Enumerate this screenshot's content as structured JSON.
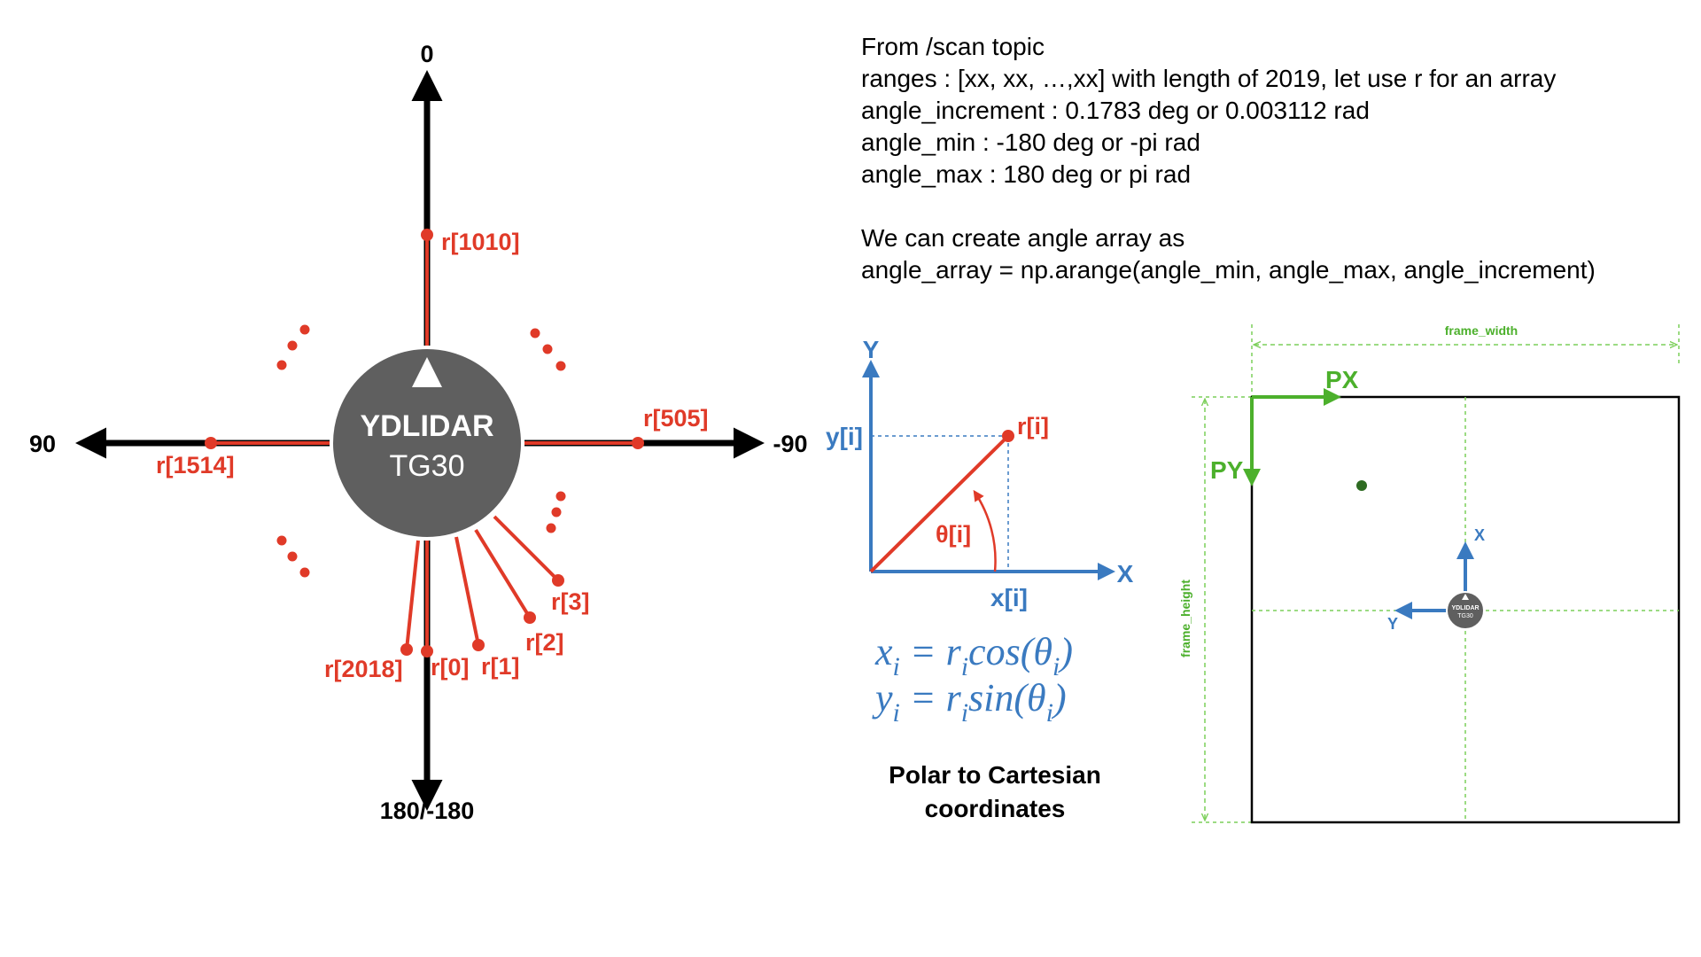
{
  "colors": {
    "black": "#000000",
    "red": "#e03a28",
    "blue": "#3a7ac0",
    "green": "#4cb02c",
    "dark_green": "#2e6b22",
    "lidar_fill": "#5f5f5f",
    "dashed_green": "#7ccf5a",
    "dashed_blue": "#3a7ac0"
  },
  "info": {
    "lines": [
      "From /scan topic",
      "ranges : [xx, xx, …,xx] with length of 2019, let use r for an array",
      "angle_increment : 0.1783 deg or 0.003112 rad",
      "angle_min : -180 deg or -pi rad",
      "angle_max : 180 deg or pi rad",
      "",
      "We can create angle array as",
      "angle_array = np.arange(angle_min, angle_max, angle_increment)"
    ]
  },
  "lidar": {
    "name_line1": "YDLIDAR",
    "name_line2": "TG30",
    "axis_top": "0",
    "axis_left": "90",
    "axis_right": "-90",
    "axis_bottom": "180/-180",
    "r_top": "r[1010]",
    "r_right": "r[505]",
    "r_left": "r[1514]",
    "r_2018": "r[2018]",
    "r_0": "r[0]",
    "r_1": "r[1]",
    "r_2": "r[2]",
    "r_3": "r[3]"
  },
  "polar": {
    "y_axis": "Y",
    "x_axis": "X",
    "y_i": "y[i]",
    "x_i": "x[i]",
    "r_i": "r[i]",
    "theta_i": "θ[i]",
    "caption_line1": "Polar to Cartesian",
    "caption_line2": "coordinates"
  },
  "formula": {
    "line1": {
      "lhs": "x",
      "sub": "i",
      "eq": " = ",
      "r": "r",
      "fn": "cos(θ",
      "close": ")"
    },
    "line2": {
      "lhs": "y",
      "sub": "i",
      "eq": " = ",
      "r": "r",
      "fn": "sin(θ",
      "close": ")"
    }
  },
  "frame": {
    "width_label": "frame_width",
    "height_label": "frame_height",
    "px_label": "PX",
    "py_label": "PY",
    "robot_x": "X",
    "robot_y": "Y",
    "mini_line1": "YDLIDAR",
    "mini_line2": "TG30"
  }
}
